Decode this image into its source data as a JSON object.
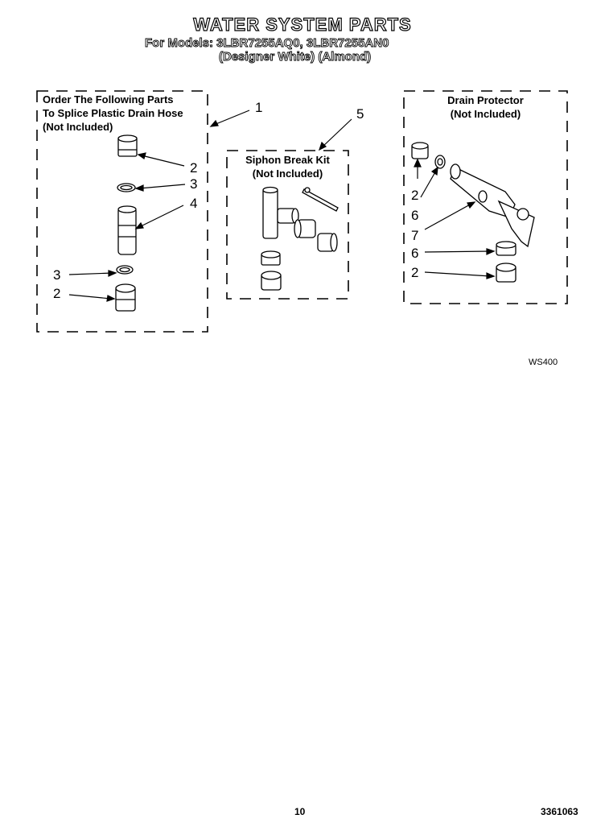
{
  "header": {
    "title": "WATER SYSTEM PARTS",
    "models_line": "For Models: 3LBR7255AQ0, 3LBR7255AN0",
    "colors_line": "(Designer White)   (Almond)"
  },
  "splice_box": {
    "lines": [
      "Order The Following Parts",
      "To Splice Plastic Drain Hose",
      "(Not Included)"
    ]
  },
  "siphon_box": {
    "lines": [
      "Siphon Break Kit",
      "(Not Included)"
    ]
  },
  "drain_box": {
    "lines": [
      "Drain Protector",
      "(Not Included)"
    ]
  },
  "callouts": {
    "c1": "1",
    "c5": "5",
    "l2a": "2",
    "l3a": "3",
    "l4": "4",
    "l3b": "3",
    "l2b": "2",
    "d2a": "2",
    "d6a": "6",
    "d7": "7",
    "d6b": "6",
    "d2b": "2"
  },
  "figure_id": "WS400",
  "footer": {
    "page_number": "10",
    "doc_number": "3361063"
  }
}
